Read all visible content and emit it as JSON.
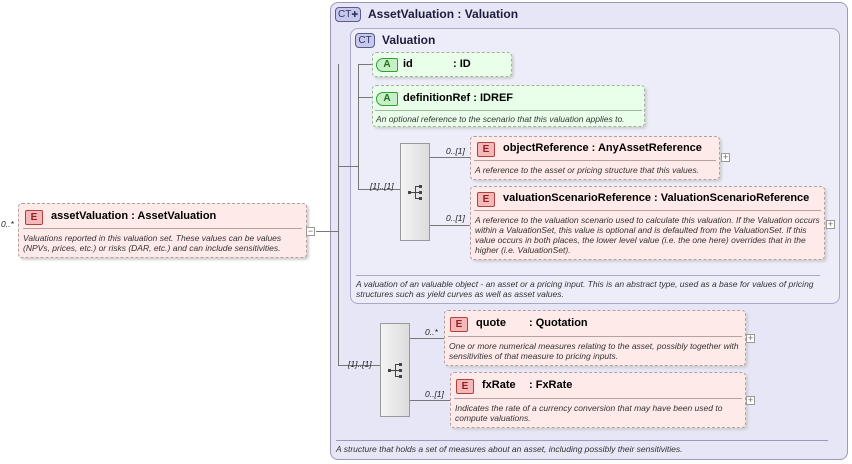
{
  "root": {
    "badge": "E",
    "cardinality": "0..*",
    "name": "assetValuation",
    "type": "AssetValuation",
    "doc": "Valuations reported in this valuation set. These values can be values (NPVs, prices, etc.) or risks (DAR, etc.) and can include sensitivities.",
    "collapse_symbol": "−"
  },
  "outer_type": {
    "badge": "CT",
    "title": "AssetValuation : Valuation",
    "doc": "A structure that holds a set of measures about an asset, including possibly their sensitivities."
  },
  "inner_type": {
    "badge": "CT",
    "title": "Valuation",
    "doc": "A valuation of an valuable object - an asset or a pricing input. This is an abstract type, used as a base for values of pricing structures such as yield curves as well as asset values."
  },
  "attributes": [
    {
      "badge": "A",
      "name": "id",
      "type": ": ID",
      "doc": ""
    },
    {
      "badge": "A",
      "name": "definitionRef",
      "type": ": IDREF",
      "doc": "An optional reference to the scenario that this valuation applies to."
    }
  ],
  "sequence1": {
    "cardinality": "[1]..[1]",
    "elements": [
      {
        "badge": "E",
        "cardinality": "0..[1]",
        "name": "objectReference",
        "type": ": AnyAssetReference",
        "doc": "A reference to the asset or pricing structure that this values."
      },
      {
        "badge": "E",
        "cardinality": "0..[1]",
        "name": "valuationScenarioReference",
        "type": ": ValuationScenarioReference",
        "doc": "A reference to the valuation scenario used to calculate this valuation. If the Valuation occurs within a ValuationSet, this value is optional and is defaulted from the ValuationSet. If this value occurs in both places, the lower level value (i.e. the one here) overrides that in the higher (i.e. ValuationSet)."
      }
    ]
  },
  "sequence2": {
    "cardinality": "[1]..[1]",
    "elements": [
      {
        "badge": "E",
        "cardinality": "0..*",
        "name": "quote",
        "type": ": Quotation",
        "doc": "One or more numerical measures relating to the asset, possibly together with sensitivities of that measure to pricing inputs."
      },
      {
        "badge": "E",
        "cardinality": "0..[1]",
        "name": "fxRate",
        "type": ": FxRate",
        "doc": "Indicates the rate of a currency conversion that may have been used to compute valuations."
      }
    ]
  },
  "expand_symbol": "+",
  "colors": {
    "element_fill": "#ffeaea",
    "attribute_fill": "#eaffea",
    "complex_type_fill": "#e6e6f6"
  }
}
